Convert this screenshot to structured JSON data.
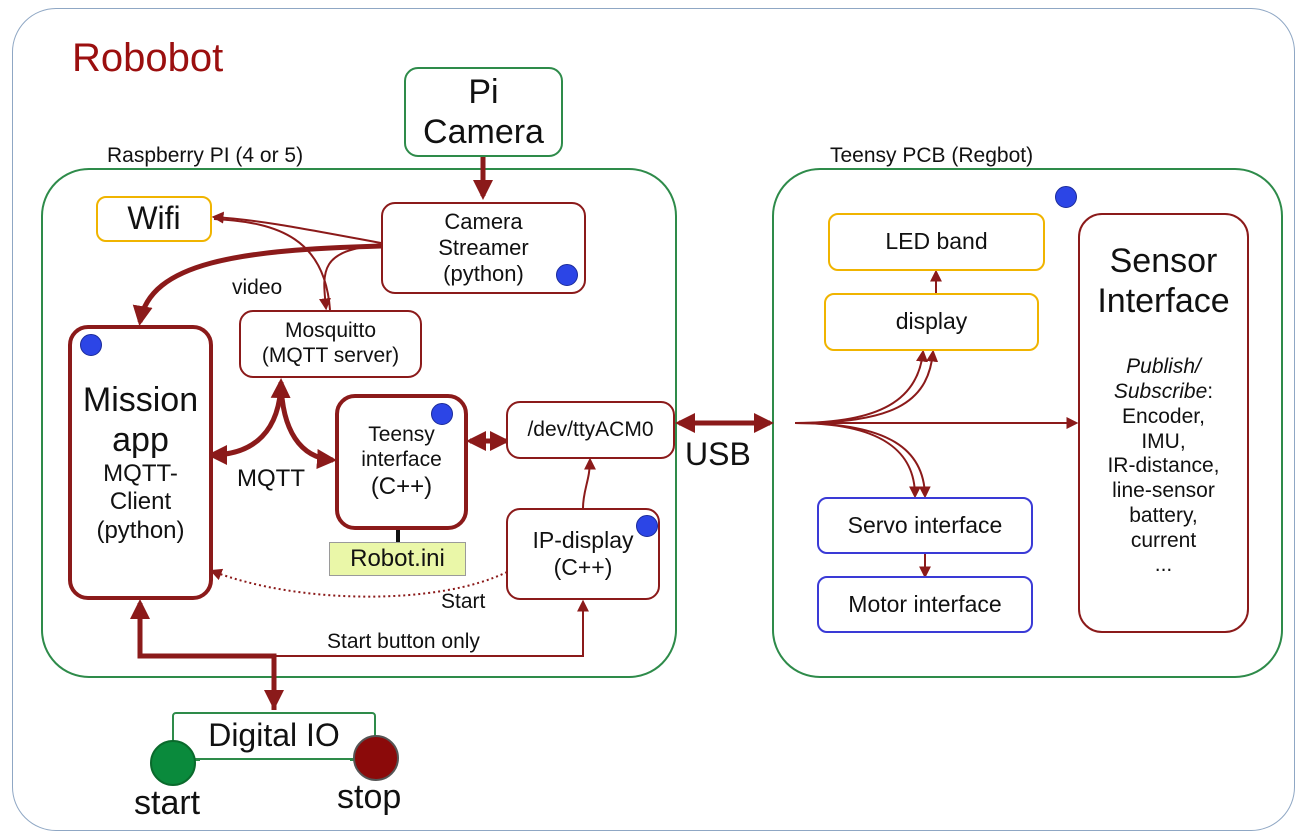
{
  "title": "Robobot",
  "groups": {
    "raspberry": "Raspberry PI (4 or 5)",
    "teensy_pcb": "Teensy PCB (Regbot)"
  },
  "nodes": {
    "pi_camera": [
      "Pi",
      "Camera"
    ],
    "wifi": "Wifi",
    "camera_streamer": [
      "Camera",
      "Streamer",
      "(python)"
    ],
    "mosquitto": [
      "Mosquitto",
      "(MQTT server)"
    ],
    "mission_app": [
      "Mission",
      "app",
      "MQTT-",
      "Client",
      "(python)"
    ],
    "teensy_interface": [
      "Teensy",
      "interface",
      "(C++)"
    ],
    "tty": "/dev/ttyACM0",
    "ip_display": [
      "IP-display",
      "(C++)"
    ],
    "robot_ini": "Robot.ini",
    "digital_io": "Digital IO",
    "led_band": "LED band",
    "display": "display",
    "servo_interface": "Servo interface",
    "motor_interface": "Motor interface",
    "sensor_interface": {
      "title": [
        "Sensor",
        "Interface"
      ],
      "pubsub": [
        "Publish/",
        "Subscribe"
      ],
      "colon": ":",
      "items": [
        "Encoder,",
        "IMU,",
        "IR-distance,",
        "line-sensor",
        "battery,",
        "current",
        "..."
      ]
    }
  },
  "labels": {
    "video": "video",
    "mqtt": "MQTT",
    "usb": "USB",
    "start": "Start",
    "start_button_only": "Start button only",
    "start_btn": "start",
    "stop_btn": "stop"
  },
  "colors": {
    "arrow": "#8b1a1a",
    "green_border": "#2e8b4a",
    "yellow_border": "#f0b400",
    "blue_border": "#3a3ad6",
    "dot": "#2c45e6",
    "start_button": "#0a8a3c",
    "stop_button": "#8b0a0a",
    "title": "#9b0f0f"
  }
}
